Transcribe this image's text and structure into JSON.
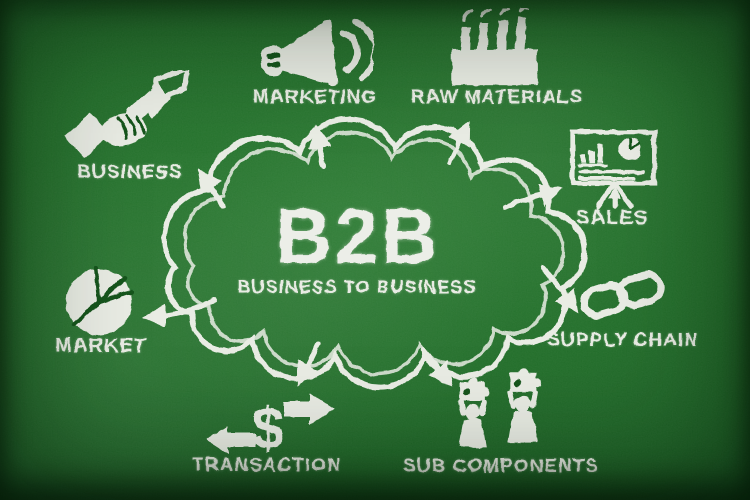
{
  "diagram": {
    "center": {
      "title": "B2B",
      "subtitle": "BUSINESS TO BUSINESS"
    },
    "nodes": [
      {
        "id": "business",
        "label": "BUSINESS",
        "icon": "handshake-icon"
      },
      {
        "id": "marketing",
        "label": "MARKETING",
        "icon": "megaphone-icon"
      },
      {
        "id": "raw-materials",
        "label": "RAW MATERIALS",
        "icon": "factory-icon"
      },
      {
        "id": "sales",
        "label": "SALES",
        "icon": "presentation-chart-icon"
      },
      {
        "id": "supply-chain",
        "label": "SUPPLY CHAIN",
        "icon": "chain-links-icon"
      },
      {
        "id": "sub-components",
        "label": "SUB COMPONENTS",
        "icon": "puzzle-workers-icon"
      },
      {
        "id": "transaction",
        "label": "TRANSACTION",
        "icon": "dollar-exchange-icon"
      },
      {
        "id": "market",
        "label": "MARKET",
        "icon": "pie-chart-icon"
      }
    ],
    "symbols": {
      "dollar": "$"
    },
    "colors": {
      "chalk": "#e9ece4",
      "board_green": "#1e6b26",
      "board_dark": "#0a3a12"
    }
  }
}
